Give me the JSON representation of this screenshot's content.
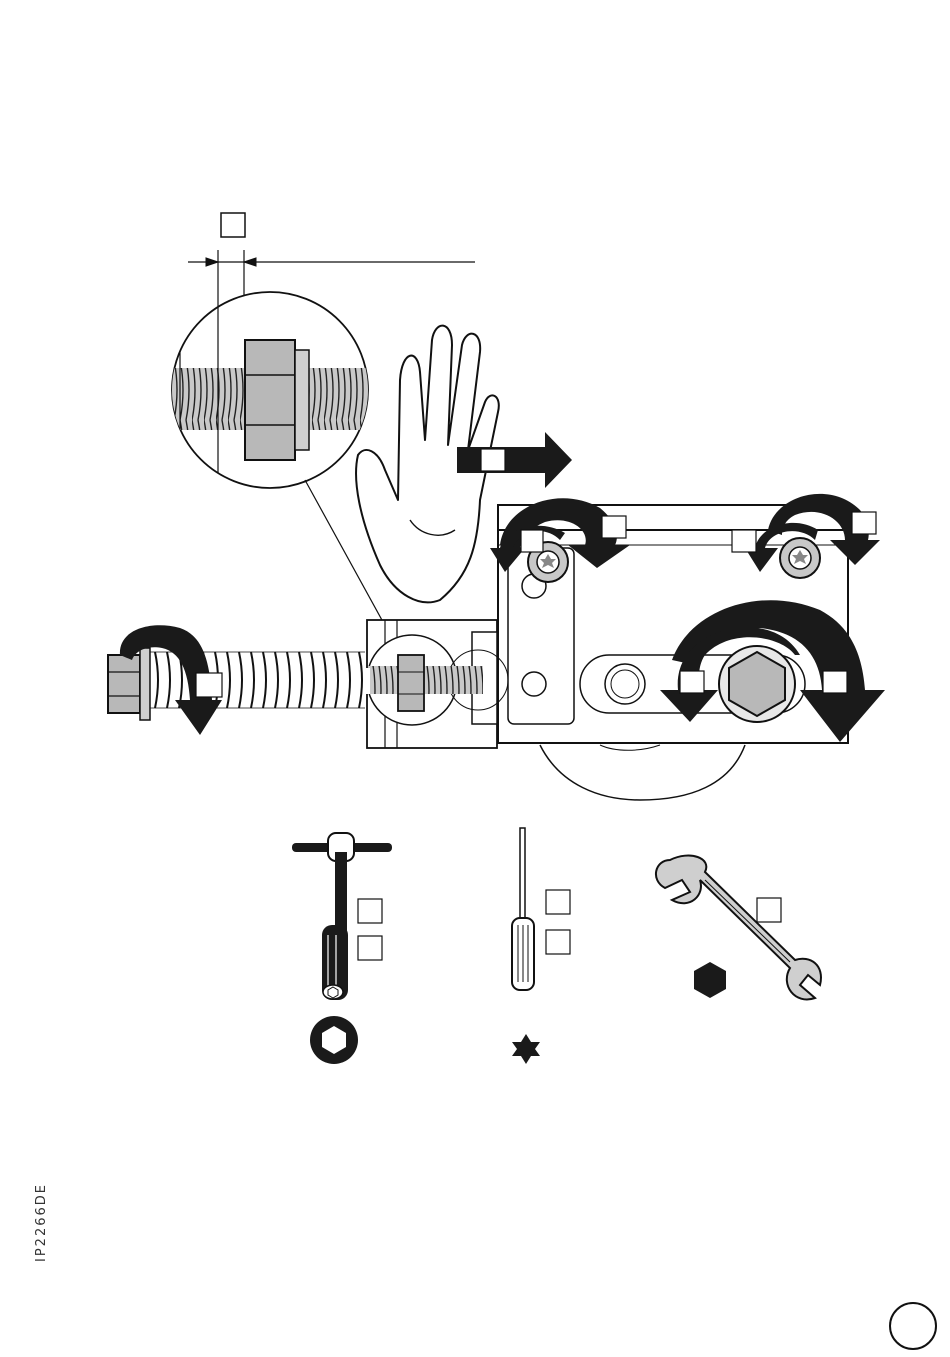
{
  "document": {
    "code": "IP2266DE",
    "page_badge": ""
  },
  "callouts": [
    {
      "id": "clearance-gap",
      "label": ""
    },
    {
      "id": "push-direction",
      "label": ""
    },
    {
      "id": "bolt-left-rotation",
      "label": ""
    },
    {
      "id": "bolt-left-rotation-alt",
      "label": ""
    },
    {
      "id": "bolt-right-rotation",
      "label": ""
    },
    {
      "id": "bolt-right-rotation-alt",
      "label": ""
    },
    {
      "id": "spring-bolt-rotation",
      "label": ""
    },
    {
      "id": "wheel-rotation-left",
      "label": ""
    },
    {
      "id": "wheel-rotation-right",
      "label": ""
    }
  ],
  "tools": [
    {
      "name": "t-handle-hex-key",
      "icon": "hex-socket-icon",
      "labels": [
        "",
        ""
      ]
    },
    {
      "name": "torx-screwdriver",
      "icon": "torx-star-icon",
      "labels": [
        "",
        ""
      ]
    },
    {
      "name": "open-end-wrench",
      "icon": "hex-nut-icon",
      "labels": [
        ""
      ]
    }
  ],
  "colors": {
    "ink": "#111111",
    "part_gray": "#b8b8b8",
    "arrow": "#1a1a1a",
    "paper": "#ffffff"
  }
}
